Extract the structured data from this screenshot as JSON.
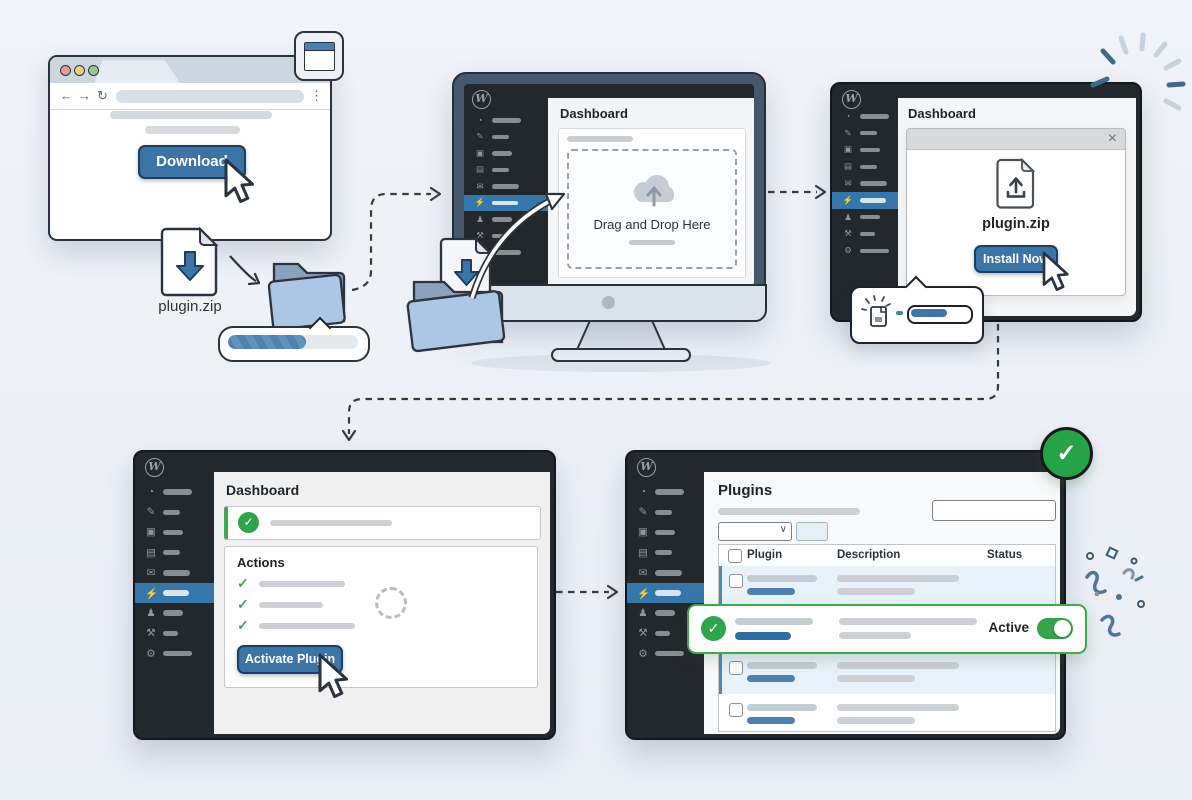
{
  "glyphs": {
    "wp_logo": "W",
    "check": "✓",
    "close": "×",
    "chevron_down": "∨",
    "back_arrow": "←",
    "forward_arrow": "→",
    "reload": "↻",
    "menu_dots": "⋮"
  },
  "colors": {
    "accent_blue": "#3c74a6",
    "wp_dark": "#23282d",
    "success_green": "#2fa44c",
    "menu_highlight_blue": "#3577ab",
    "row_highlight_blue": "#e8f2fa",
    "background": "#eef1f7"
  },
  "browser": {
    "download_label": "Download",
    "file_label": "plugin.zip"
  },
  "monitor": {
    "page_title": "Dashboard",
    "dropzone_label": "Drag and Drop Here"
  },
  "installer": {
    "page_title": "Dashboard",
    "file_label": "plugin.zip",
    "install_label": "Install Now"
  },
  "activation": {
    "page_title": "Dashboard",
    "actions_title": "Actions",
    "activate_label": "Activate Plugin"
  },
  "plugins_page": {
    "page_title": "Plugins",
    "columns": [
      "Plugin",
      "Description",
      "Status"
    ],
    "active_label": "Active"
  },
  "sidebar": {
    "active_index": 5,
    "items": [
      {
        "name": "dashboard",
        "glyph": "◔"
      },
      {
        "name": "posts",
        "glyph": "✎"
      },
      {
        "name": "media",
        "glyph": "▣"
      },
      {
        "name": "pages",
        "glyph": "▤"
      },
      {
        "name": "comments",
        "glyph": "✉"
      },
      {
        "name": "plugins",
        "glyph": "⚡"
      },
      {
        "name": "users",
        "glyph": "♟"
      },
      {
        "name": "tools",
        "glyph": "⚒"
      },
      {
        "name": "settings",
        "glyph": "⚙"
      }
    ]
  }
}
